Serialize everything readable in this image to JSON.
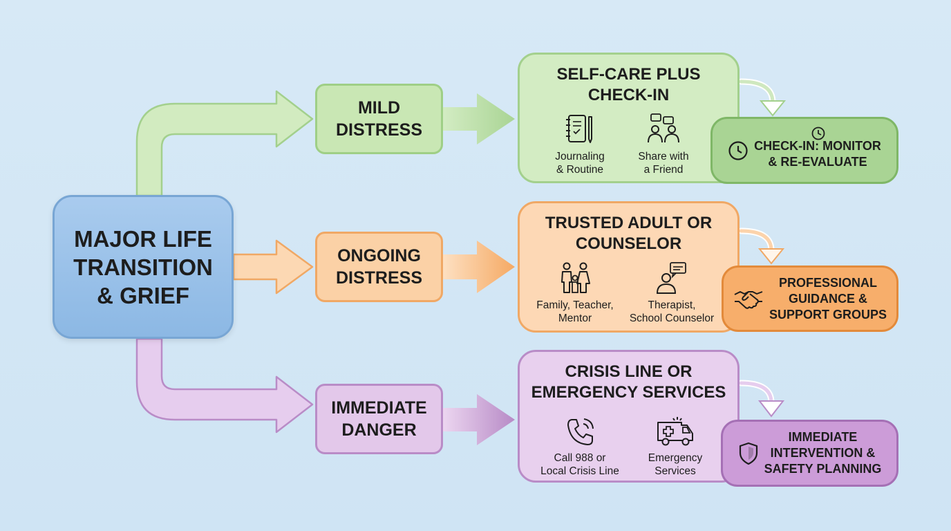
{
  "source": {
    "lines": [
      "MAJOR LIFE",
      "TRANSITION",
      "& GRIEF"
    ]
  },
  "levels": [
    {
      "lines": [
        "MILD",
        "DISTRESS"
      ]
    },
    {
      "lines": [
        "ONGOING",
        "DISTRESS"
      ]
    },
    {
      "lines": [
        "IMMEDIATE",
        "DANGER"
      ]
    }
  ],
  "actions": [
    {
      "title": [
        "SELF-CARE PLUS",
        "CHECK-IN"
      ],
      "options": [
        {
          "icon": "journal-icon",
          "lines": [
            "Journaling",
            "& Routine"
          ]
        },
        {
          "icon": "share-friend-icon",
          "lines": [
            "Share with",
            "a Friend"
          ]
        }
      ]
    },
    {
      "title": [
        "TRUSTED ADULT OR",
        "COUNSELOR"
      ],
      "options": [
        {
          "icon": "family-icon",
          "lines": [
            "Family, Teacher,",
            "Mentor"
          ]
        },
        {
          "icon": "therapist-icon",
          "lines": [
            "Therapist,",
            "School Counselor"
          ]
        }
      ]
    },
    {
      "title": [
        "CRISIS LINE OR",
        "EMERGENCY SERVICES"
      ],
      "options": [
        {
          "icon": "phone-icon",
          "lines": [
            "Call 988 or",
            "Local Crisis Line"
          ]
        },
        {
          "icon": "ambulance-icon",
          "lines": [
            "Emergency",
            "Services"
          ]
        }
      ]
    }
  ],
  "results": [
    {
      "icon": "clock-icon",
      "lines": [
        "CHECK-IN: MONITOR",
        "& RE-EVALUATE"
      ]
    },
    {
      "icon": "handshake-icon",
      "lines": [
        "PROFESSIONAL",
        "GUIDANCE &",
        "SUPPORT GROUPS"
      ]
    },
    {
      "icon": "shield-icon",
      "lines": [
        "IMMEDIATE",
        "INTERVENTION &",
        "SAFETY PLANNING"
      ]
    }
  ],
  "colors": {
    "green": "#9fcf86",
    "orange": "#f0a865",
    "purple": "#b98cc7",
    "blue": "#8cb8e4"
  }
}
